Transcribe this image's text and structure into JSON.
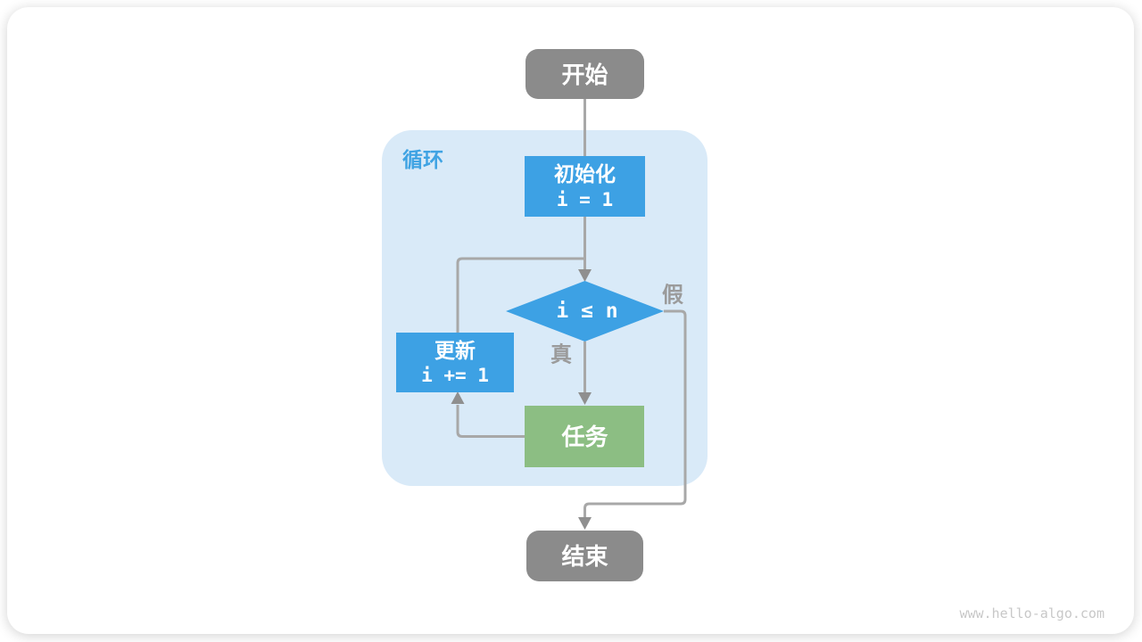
{
  "diagram": {
    "loop_container": {
      "label": "循环"
    },
    "nodes": {
      "start": {
        "label": "开始"
      },
      "init": {
        "label": "初始化",
        "code": "i = 1"
      },
      "condition": {
        "label": "i ≤ n"
      },
      "update": {
        "label": "更新",
        "code": "i += 1"
      },
      "task": {
        "label": "任务"
      },
      "end": {
        "label": "结束"
      }
    },
    "branches": {
      "true_label": "真",
      "false_label": "假"
    }
  },
  "watermark": "www.hello-algo.com",
  "colors": {
    "box_gray": "#8b8b8b",
    "box_blue": "#3da1e4",
    "box_green": "#8cbe83",
    "loop_bg": "#d9eaf8",
    "loop_label": "#3fa3e3",
    "line": "#a8a8a8",
    "arrow": "#8f8f8f",
    "branch_label": "#9b9b9b",
    "node_text": "#ffffff",
    "watermark": "#c8c8c8",
    "card_bg": "#ffffff"
  }
}
